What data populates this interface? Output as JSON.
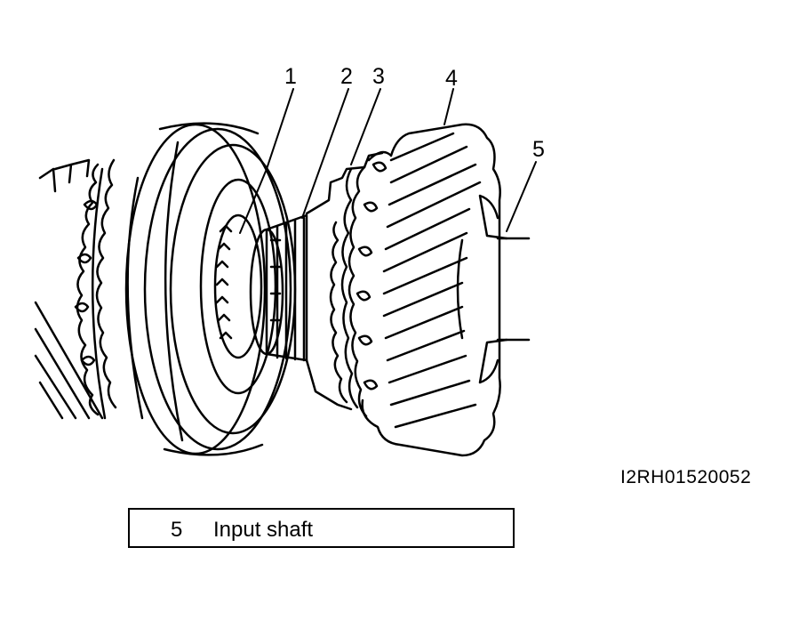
{
  "callouts": {
    "c1": "1",
    "c2": "2",
    "c3": "3",
    "c4": "4",
    "c5": "5"
  },
  "figure_id": "I2RH01520052",
  "legend": {
    "number": "5",
    "text": "Input shaft"
  }
}
